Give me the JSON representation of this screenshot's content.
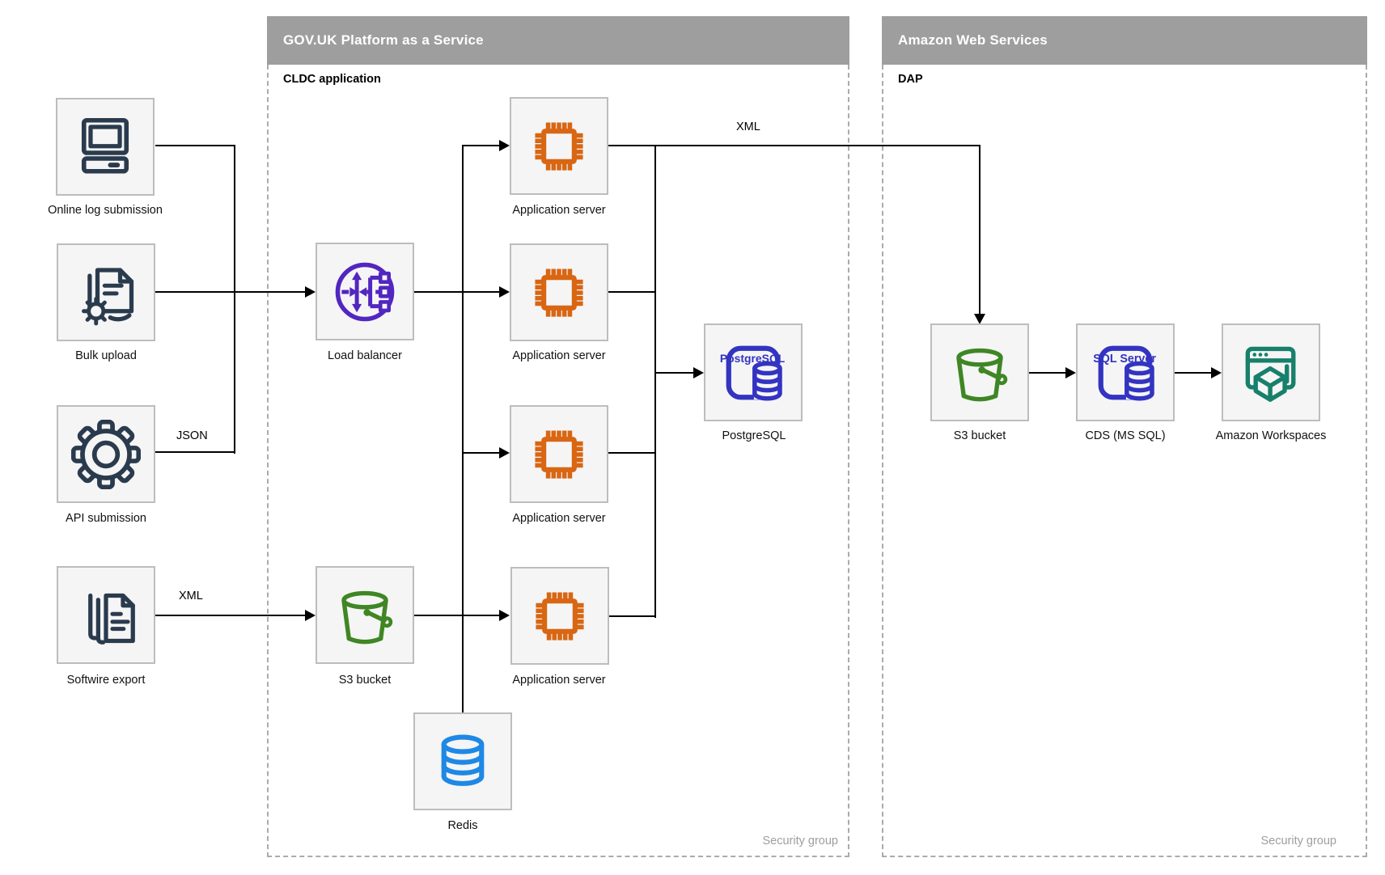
{
  "diagram": {
    "containers": {
      "govuk": {
        "title": "GOV.UK Platform as a Service",
        "subtitle": "CLDC application",
        "security_label": "Security group"
      },
      "aws": {
        "title": "Amazon Web Services",
        "subtitle": "DAP",
        "security_label": "Security group"
      }
    },
    "nodes": {
      "online_log": {
        "label": "Online log submission",
        "icon": "desktop-computer-icon"
      },
      "bulk_upload": {
        "label": "Bulk upload",
        "icon": "document-gear-icon"
      },
      "api_submission": {
        "label": "API submission",
        "icon": "gear-icon"
      },
      "softwire_export": {
        "label": "Softwire export",
        "icon": "documents-stack-icon"
      },
      "load_balancer": {
        "label": "Load balancer",
        "icon": "load-balancer-icon"
      },
      "s3_govuk": {
        "label": "S3 bucket",
        "icon": "s3-bucket-icon"
      },
      "app_server_1": {
        "label": "Application server",
        "icon": "chip-icon"
      },
      "app_server_2": {
        "label": "Application server",
        "icon": "chip-icon"
      },
      "app_server_3": {
        "label": "Application server",
        "icon": "chip-icon"
      },
      "app_server_4": {
        "label": "Application server",
        "icon": "chip-icon"
      },
      "postgresql": {
        "label": "PostgreSQL",
        "icon": "postgresql-database-icon",
        "icon_text": "PostgreSQL"
      },
      "redis": {
        "label": "Redis",
        "icon": "redis-database-icon"
      },
      "s3_aws": {
        "label": "S3 bucket",
        "icon": "s3-bucket-icon"
      },
      "cds": {
        "label": "CDS (MS SQL)",
        "icon": "sql-server-database-icon",
        "icon_text": "SQL Server"
      },
      "workspaces": {
        "label": "Amazon Workspaces",
        "icon": "workspaces-icon"
      }
    },
    "edge_labels": {
      "api_to_lb": "JSON",
      "softwire_to_s3": "XML",
      "appserver_to_s3aws": "XML"
    },
    "edges": [
      {
        "from": "Online log submission",
        "to": "Load balancer"
      },
      {
        "from": "Bulk upload",
        "to": "Load balancer"
      },
      {
        "from": "API submission",
        "to": "Load balancer",
        "label": "JSON"
      },
      {
        "from": "Softwire export",
        "to": "S3 bucket (GOV.UK PaaS)",
        "label": "XML"
      },
      {
        "from": "S3 bucket (GOV.UK PaaS)",
        "to": "Application servers"
      },
      {
        "from": "Load balancer",
        "to": "Application servers"
      },
      {
        "from": "Application servers",
        "to": "Redis"
      },
      {
        "from": "Application servers",
        "to": "PostgreSQL"
      },
      {
        "from": "Application server",
        "to": "S3 bucket (AWS DAP)",
        "label": "XML"
      },
      {
        "from": "S3 bucket (AWS DAP)",
        "to": "CDS (MS SQL)"
      },
      {
        "from": "CDS (MS SQL)",
        "to": "Amazon Workspaces"
      }
    ],
    "colors": {
      "navy": "#2b3b4e",
      "orange": "#d86613",
      "purple": "#5226c0",
      "green": "#3f8624",
      "blue": "#3334c1",
      "redis_blue": "#1e88e5",
      "teal": "#17806b",
      "header_gray": "#9e9e9e",
      "node_fill": "#f5f5f5",
      "node_border": "#bdbdbd",
      "dashed_border": "#ababab",
      "muted_text": "#9e9e9e",
      "line": "#000000"
    }
  }
}
